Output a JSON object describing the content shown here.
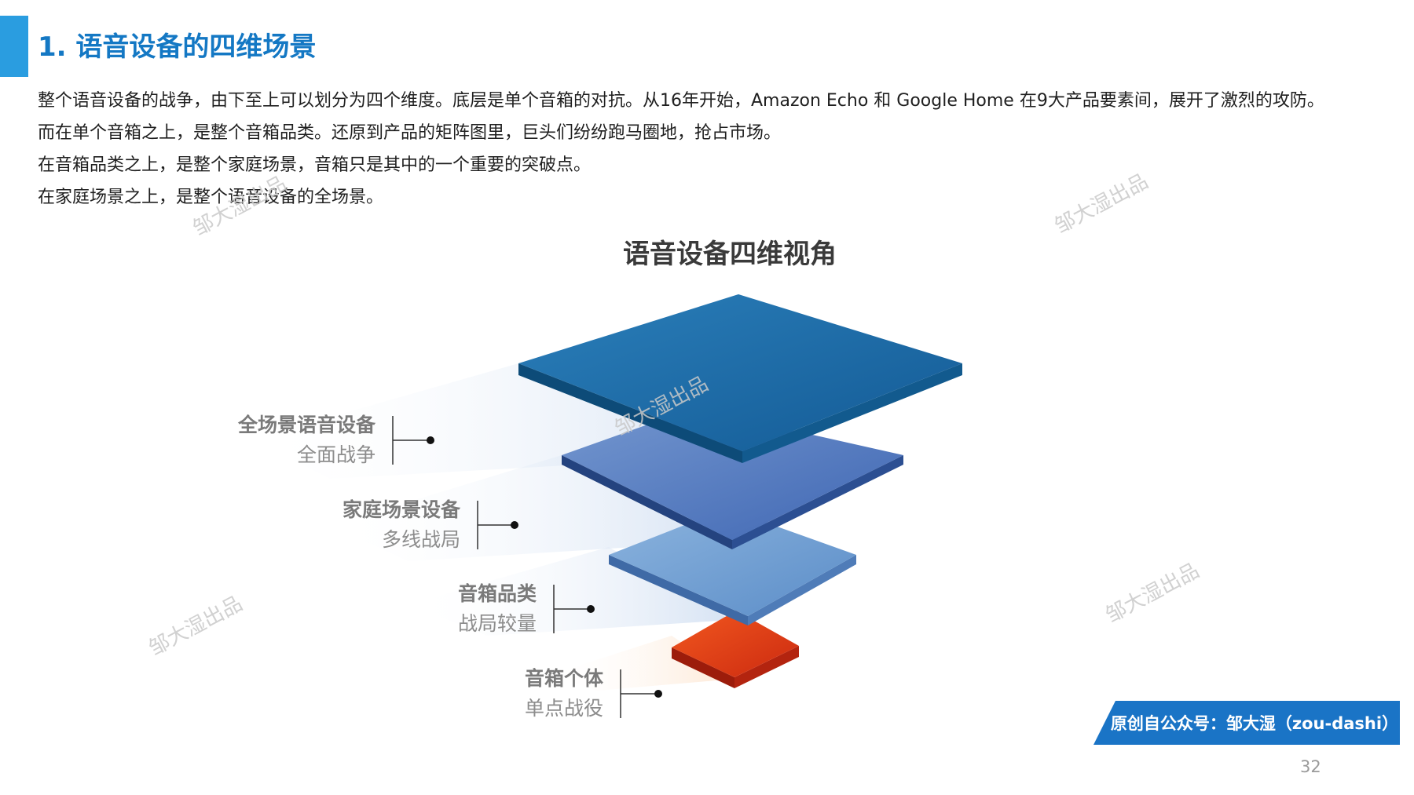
{
  "slide": {
    "title": "1. 语音设备的四维场景",
    "paragraphs": [
      "整个语音设备的战争，由下至上可以划分为四个维度。底层是单个音箱的对抗。从16年开始，Amazon Echo 和 Google Home 在9大产品要素间，展开了激烈的攻防。",
      "而在单个音箱之上，是整个音箱品类。还原到产品的矩阵图里，巨头们纷纷跑马圈地，抢占市场。",
      "在音箱品类之上，是整个家庭场景，音箱只是其中的一个重要的突破点。",
      "在家庭场景之上，是整个语音设备的全场景。"
    ]
  },
  "diagram": {
    "title": "语音设备四维视角",
    "layers": [
      {
        "name": "全场景语音设备",
        "sub": "全面战争",
        "color": "#1f72b0"
      },
      {
        "name": "家庭场景设备",
        "sub": "多线战局",
        "color": "#4a77c2"
      },
      {
        "name": "音箱品类",
        "sub": "战局较量",
        "color": "#6a9ed3"
      },
      {
        "name": "音箱个体",
        "sub": "单点战役",
        "color": "#e8401c"
      }
    ]
  },
  "watermark_text": "邹大湿出品",
  "source_badge": "原创自公众号：邹大湿（zou-dashi）",
  "page_number": "32"
}
